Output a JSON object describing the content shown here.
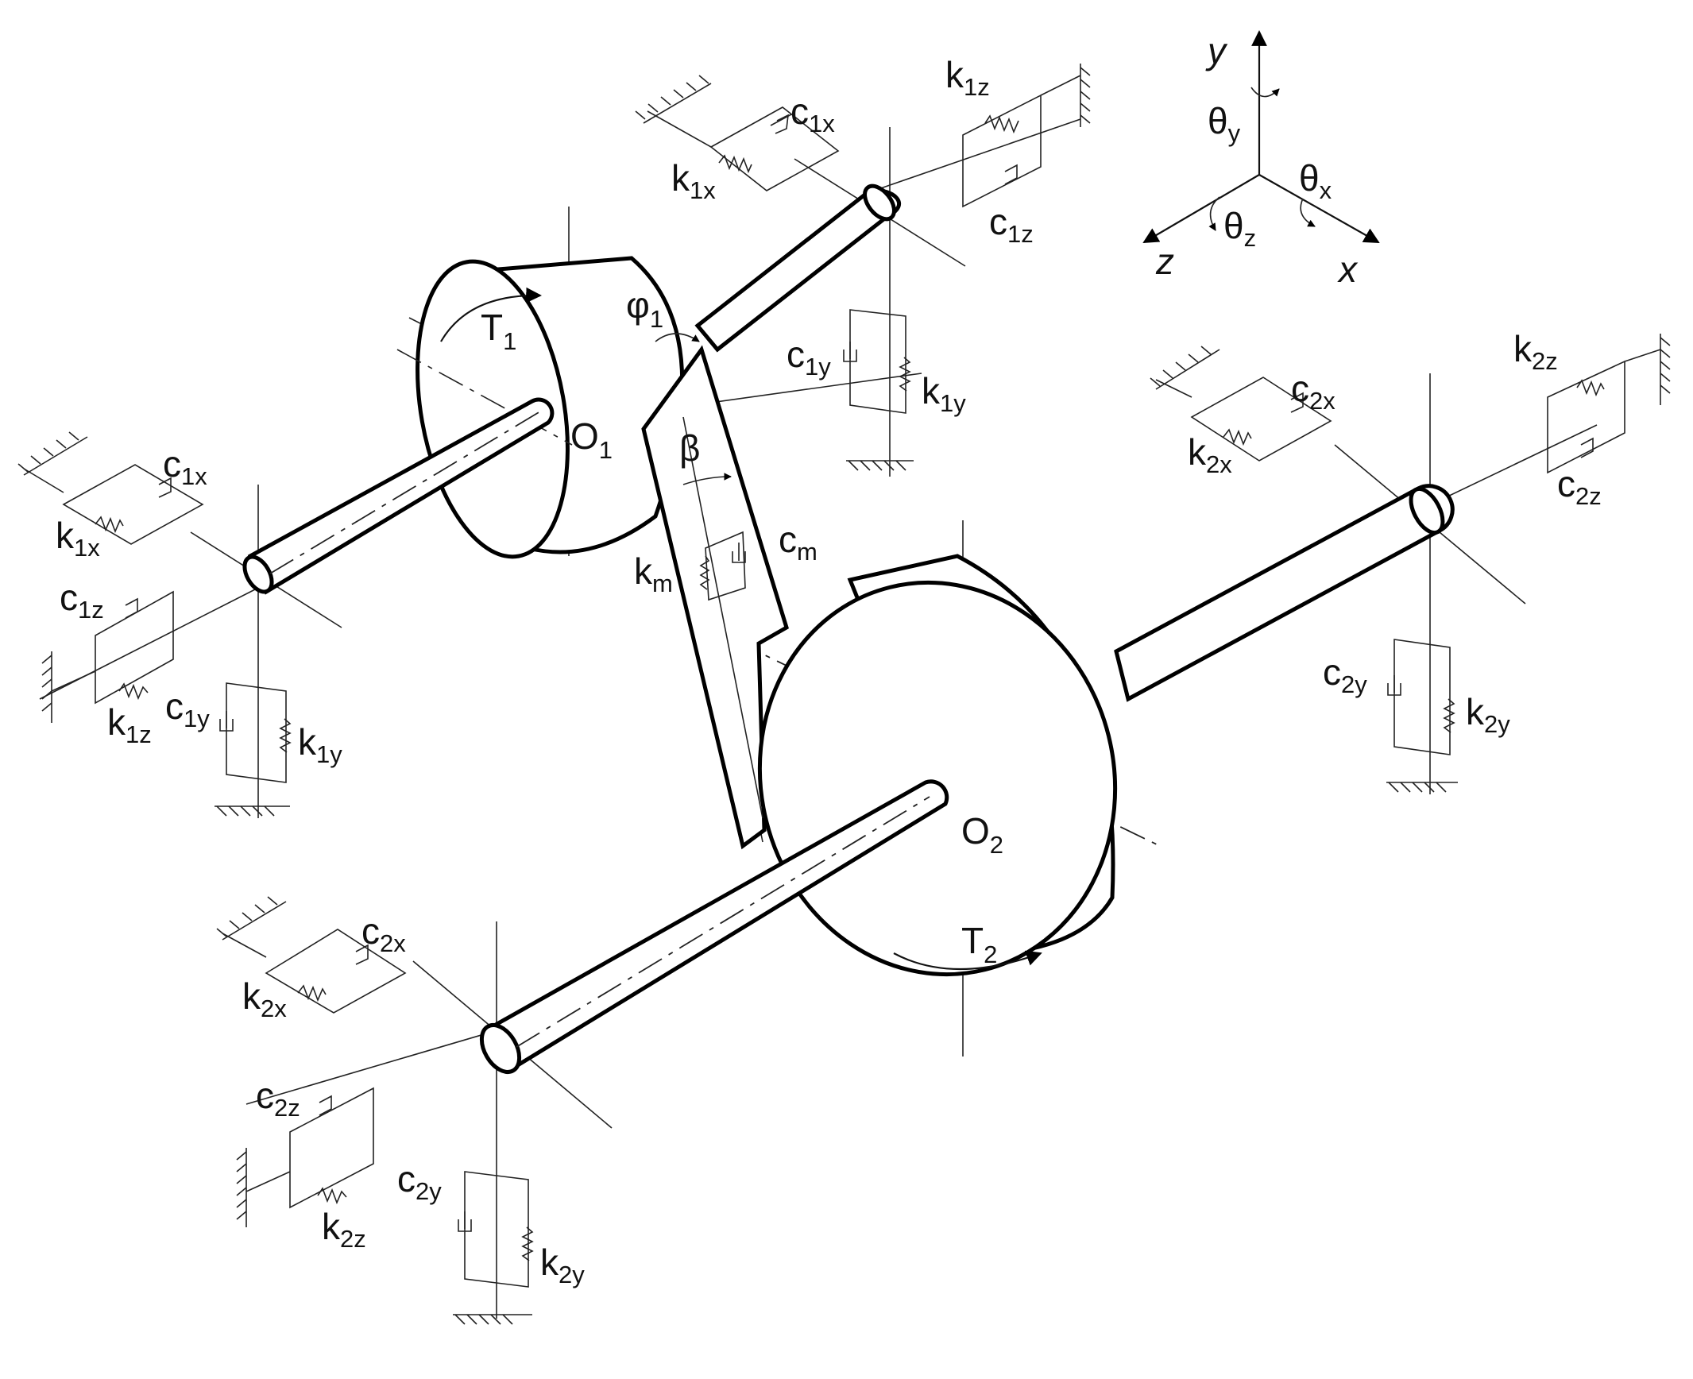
{
  "labels": {
    "c1x": {
      "base": "c",
      "sub": "1x"
    },
    "k1x": {
      "base": "k",
      "sub": "1x"
    },
    "c1z": {
      "base": "c",
      "sub": "1z"
    },
    "k1z": {
      "base": "k",
      "sub": "1z"
    },
    "c1y": {
      "base": "c",
      "sub": "1y"
    },
    "k1y": {
      "base": "k",
      "sub": "1y"
    },
    "c2x": {
      "base": "c",
      "sub": "2x"
    },
    "k2x": {
      "base": "k",
      "sub": "2x"
    },
    "c2z": {
      "base": "c",
      "sub": "2z"
    },
    "k2z": {
      "base": "k",
      "sub": "2z"
    },
    "c2y": {
      "base": "c",
      "sub": "2y"
    },
    "k2y": {
      "base": "k",
      "sub": "2y"
    },
    "cm": {
      "base": "c",
      "sub": "m"
    },
    "km": {
      "base": "k",
      "sub": "m"
    },
    "T1": {
      "base": "T",
      "sub": "1"
    },
    "T2": {
      "base": "T",
      "sub": "2"
    },
    "O1": {
      "base": "O",
      "sub": "1"
    },
    "O2": {
      "base": "O",
      "sub": "2"
    },
    "phi1": {
      "base": "φ",
      "sub": "1"
    },
    "beta": "β"
  },
  "axes": {
    "x": "x",
    "y": "y",
    "z": "z",
    "theta_x": {
      "base": "θ",
      "sub": "x"
    },
    "theta_y": {
      "base": "θ",
      "sub": "y"
    },
    "theta_z": {
      "base": "θ",
      "sub": "z"
    }
  }
}
